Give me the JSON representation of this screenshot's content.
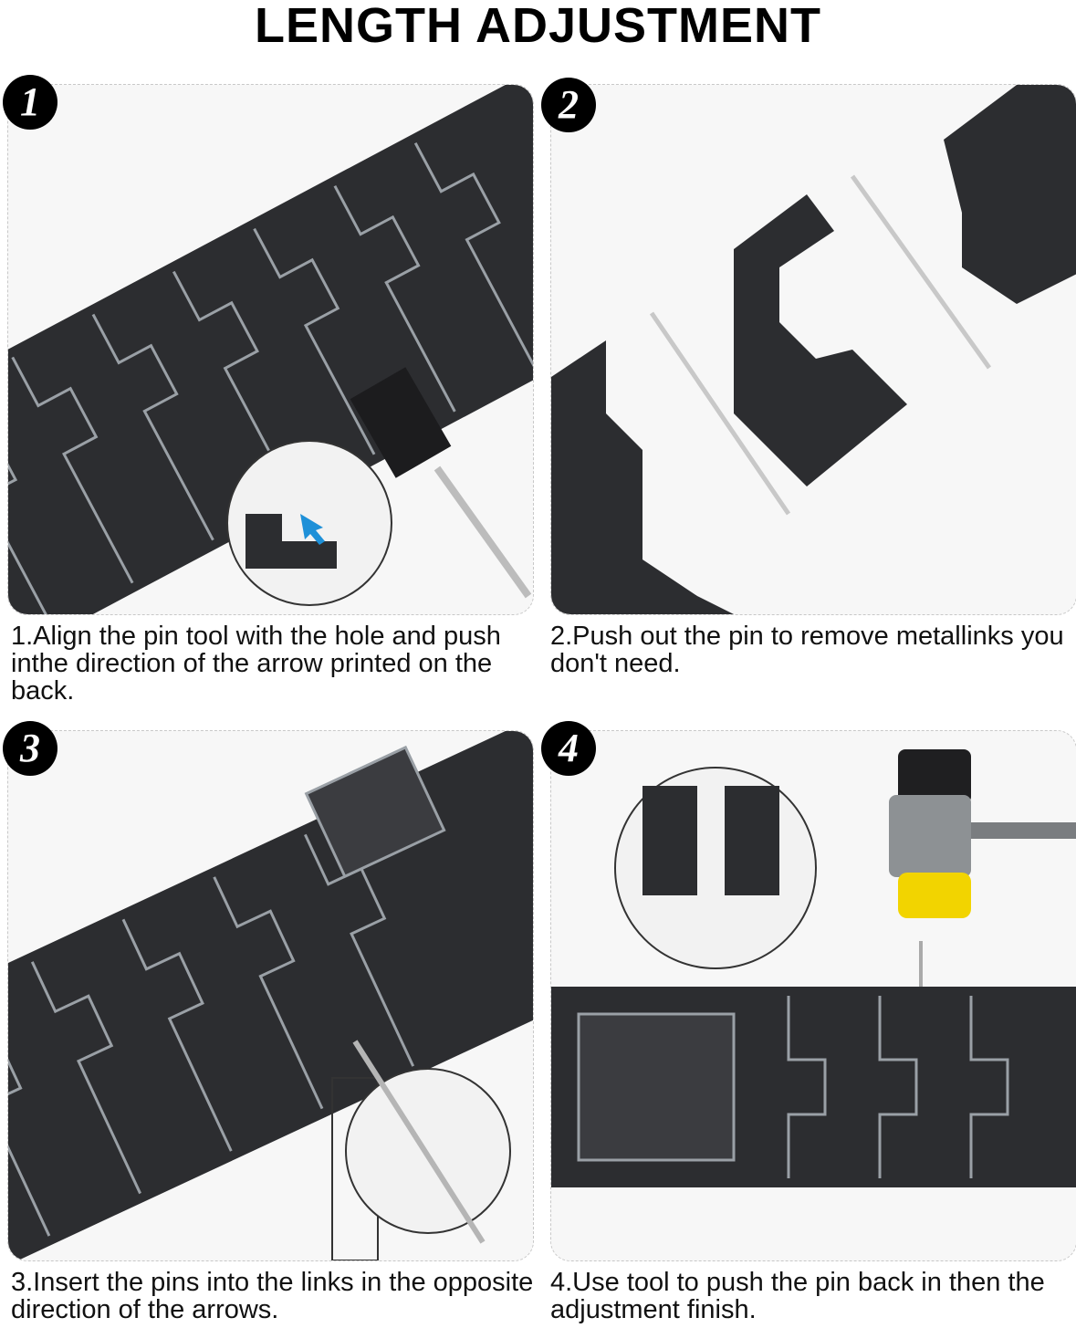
{
  "title": "LENGTH ADJUSTMENT",
  "steps": [
    {
      "badge": "1",
      "caption": "1.Align the pin tool with the hole and push inthe direction of the arrow printed on the back."
    },
    {
      "badge": "2",
      "caption": "2.Push out the pin to remove metallinks you don't need."
    },
    {
      "badge": "3",
      "caption": "3.Insert the pins into the links in the opposite direction of the arrows."
    },
    {
      "badge": "4",
      "caption": "4.Use tool to push the pin back in then the adjustment finish."
    }
  ],
  "colors": {
    "link": "#2c2d30",
    "link_edge": "#9aa0a6",
    "arrow_blue": "#1e90d8",
    "hammer_yellow": "#f2d400"
  }
}
